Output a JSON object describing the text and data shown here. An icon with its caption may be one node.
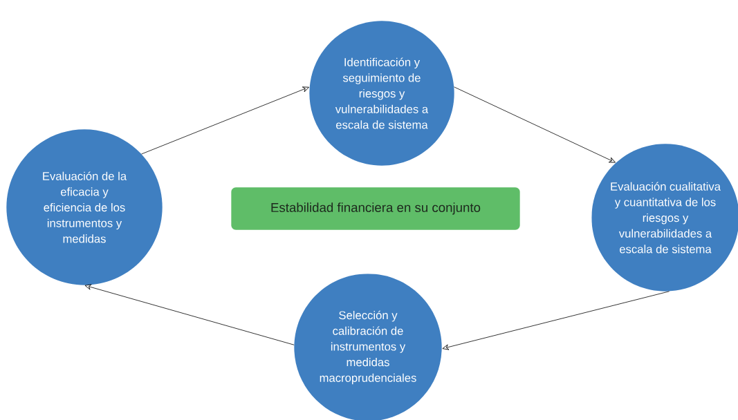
{
  "diagram": {
    "nodes": [
      {
        "text": [
          "Identificación y seguimiento de riesgos y vulnerabilidades a escala de sistema"
        ]
      },
      {
        "text": [
          "Evaluación de la eficacia y eficiencia de los instrumentos y medidas"
        ]
      },
      {
        "text": [
          "Estabilidad financiera en su conjunto"
        ]
      },
      {
        "text": [
          "Evaluación cualitativa y cuantitativa de los riesgos y vulnerabilidades a escala de sistema"
        ]
      },
      {
        "text": [
          "Selección y calibración de instrumentos y medidas macroprudenciales"
        ]
      }
    ],
    "edges": [
      {
        "from": 1,
        "to": 0,
        "arrow": "to"
      },
      {
        "from": 0,
        "to": 3,
        "arrow": "to"
      },
      {
        "from": 3,
        "to": 4,
        "arrow": "to"
      },
      {
        "from": 4,
        "to": 1,
        "arrow": "to"
      }
    ]
  }
}
